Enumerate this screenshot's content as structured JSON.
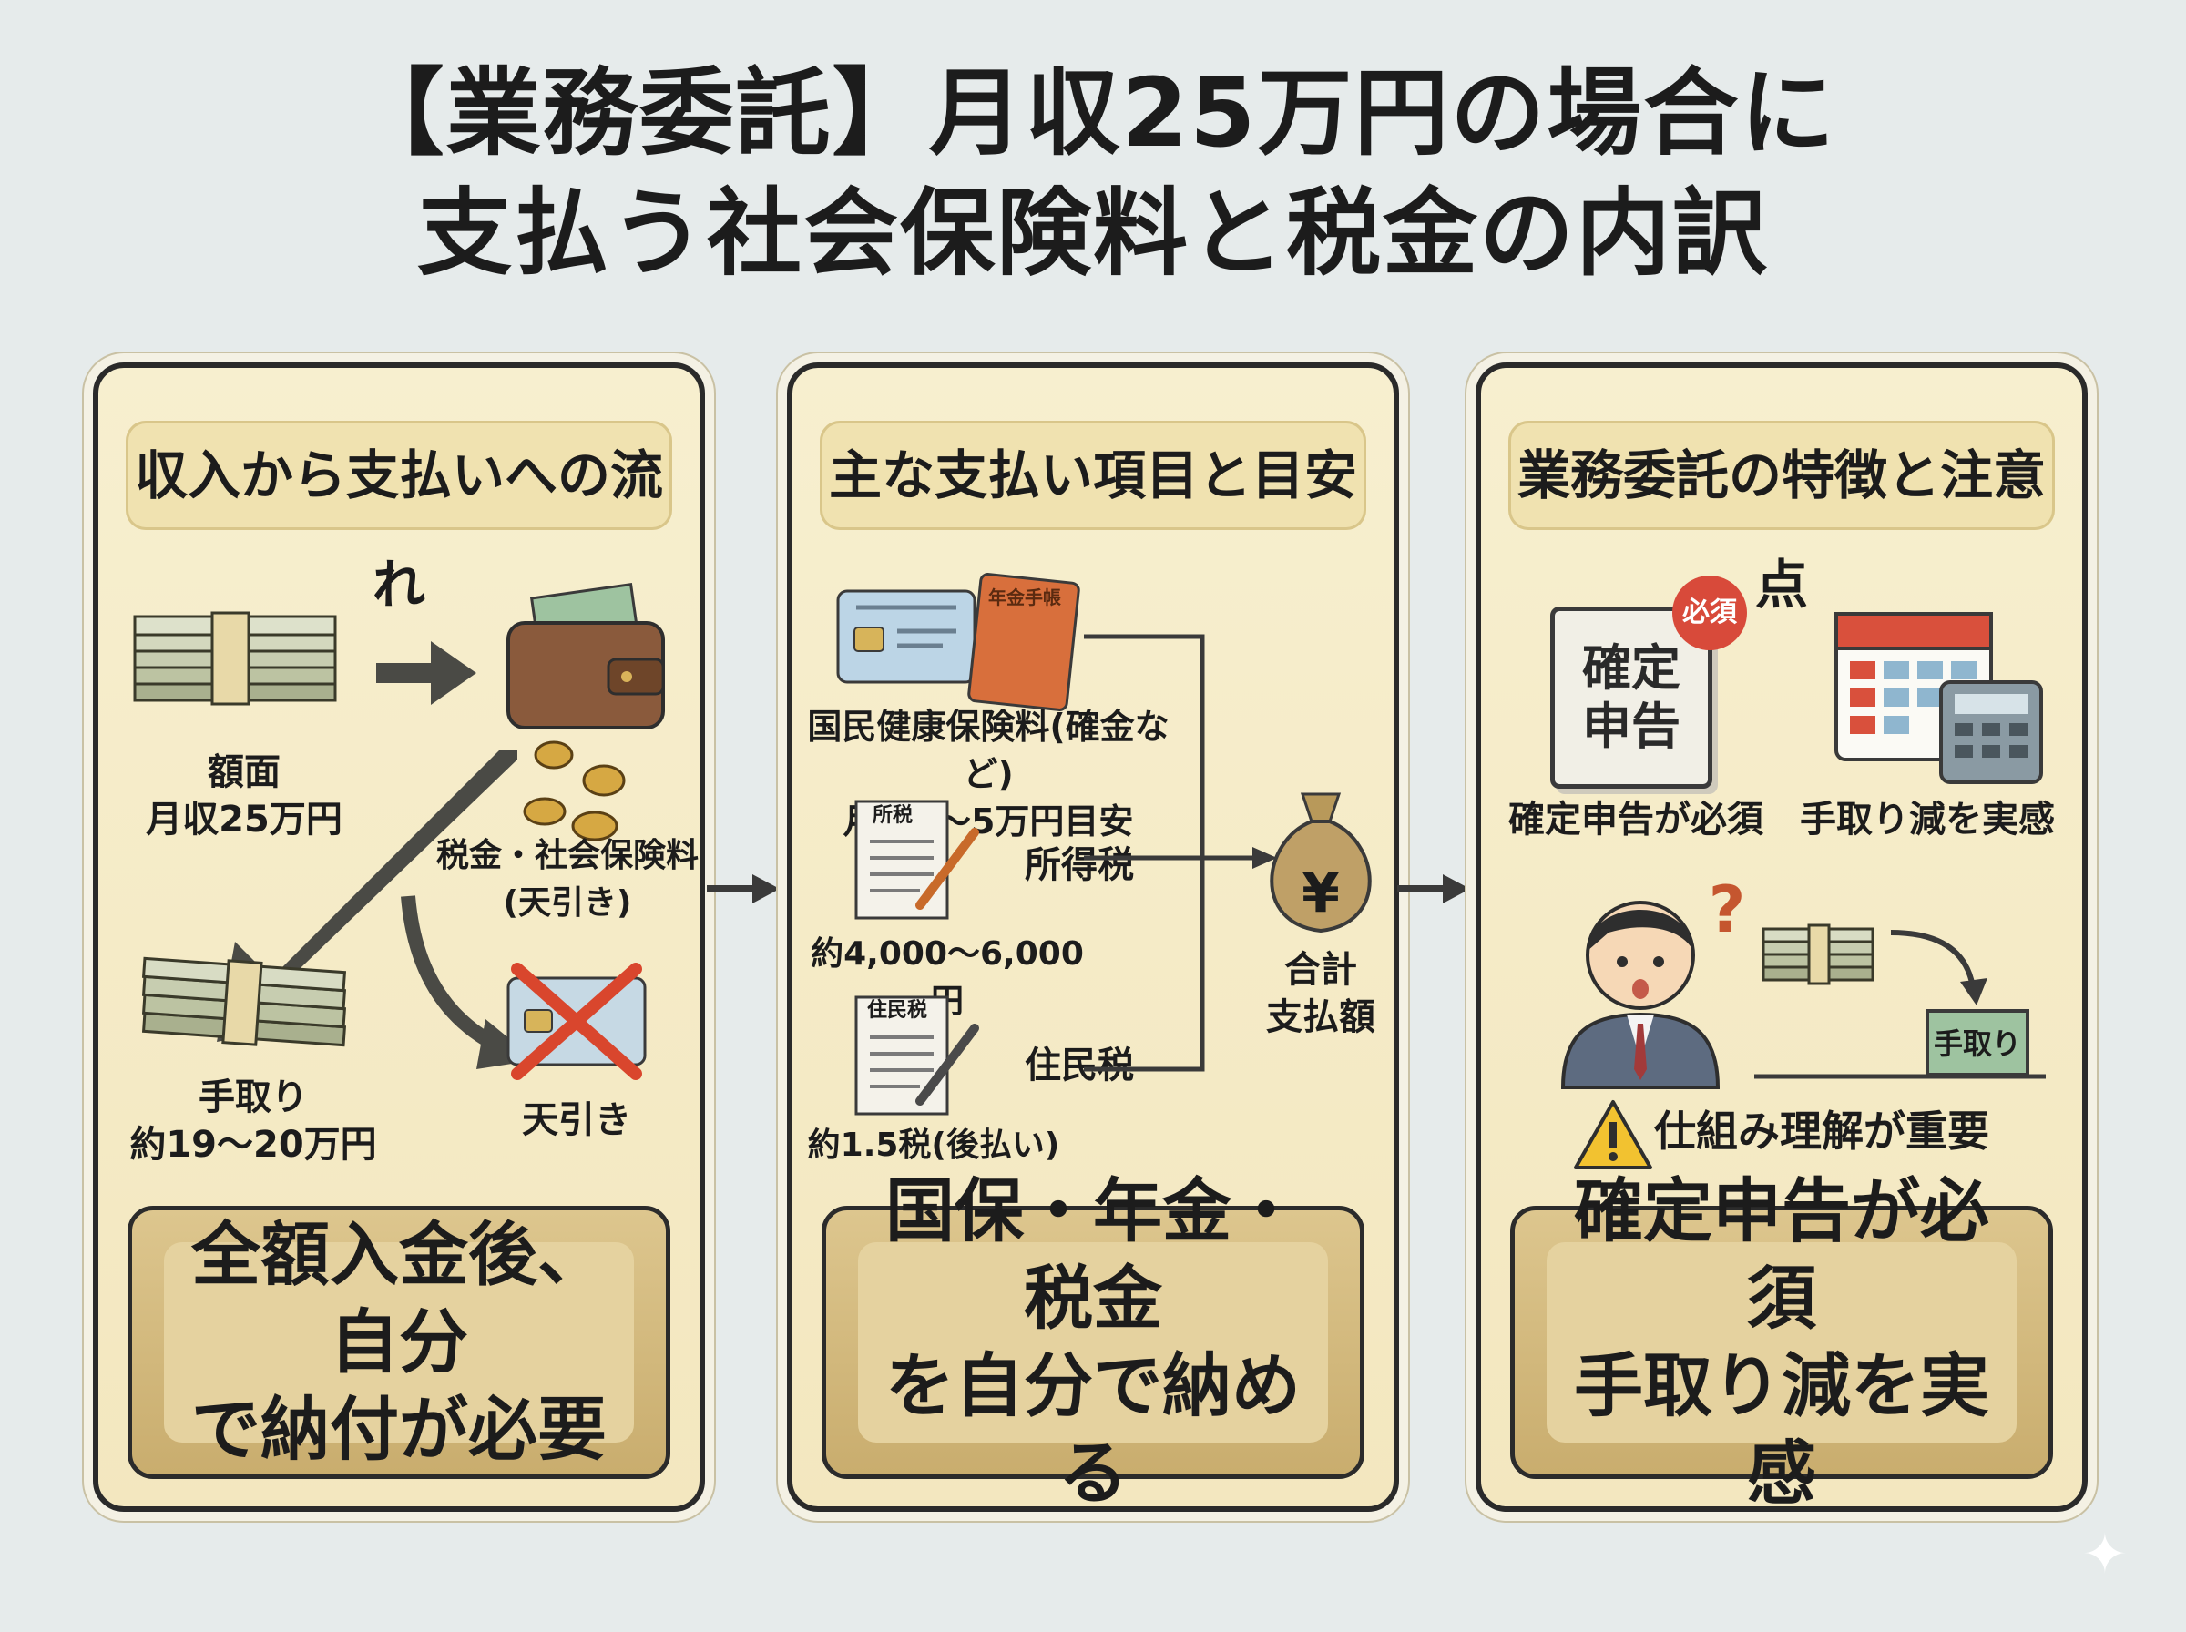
{
  "title": {
    "line1": "【業務委託】月収25万円の場合に",
    "line2": "支払う社会保険料と税金の内訳"
  },
  "panel1": {
    "title": "収入から支払いへの流れ",
    "gross_label_line1": "額面",
    "gross_label_line2": "月収25万円",
    "deduction_label_line1": "税金・社会保険料",
    "deduction_label_line2": "(天引き)",
    "net_label_line1": "手取り",
    "net_label_line2": "約19～20万円",
    "withholding_label": "天引き",
    "summary_line1": "全額入金後、自分",
    "summary_line2": "で納付が必要"
  },
  "panel2": {
    "title": "主な支払い項目と目安",
    "nhi_label_line1": "国民健康保険料(確金など)",
    "nhi_label_line2": "月約3～5万円目安",
    "nhi_book_label": "年金手帳",
    "income_tax_label": "所得税",
    "income_tax_amount": "約4,000～6,000円",
    "income_tax_doc": "所税",
    "resident_tax_label": "住民税",
    "resident_tax_amount": "約1.5税(後払い)",
    "resident_tax_doc": "住民税",
    "total_label_line1": "合計",
    "total_label_line2": "支払額",
    "yen_symbol": "¥",
    "summary_line1": "国保・年金・税金",
    "summary_line2": "を自分で納める"
  },
  "panel3": {
    "title": "業務委託の特徴と注意点",
    "tax_return_sign_line1": "確定",
    "tax_return_sign_line2": "申告",
    "required_badge": "必須",
    "tax_return_label": "確定申告が必須",
    "takehome_label": "手取り減を実感",
    "question_mark": "?",
    "takehome_box": "手取り",
    "warning_label": "仕組み理解が重要",
    "summary_line1": "確定申告が必須",
    "summary_line2": "手取り減を実感"
  },
  "colors": {
    "panel_bg": "#f5ecc7",
    "bubble": "#d6bd7f",
    "ink": "#2b2b2b",
    "money_green": "#b9c2a0",
    "wallet_brown": "#8a5a3c",
    "red_x": "#d9462d",
    "required_red": "#d84a3a"
  }
}
